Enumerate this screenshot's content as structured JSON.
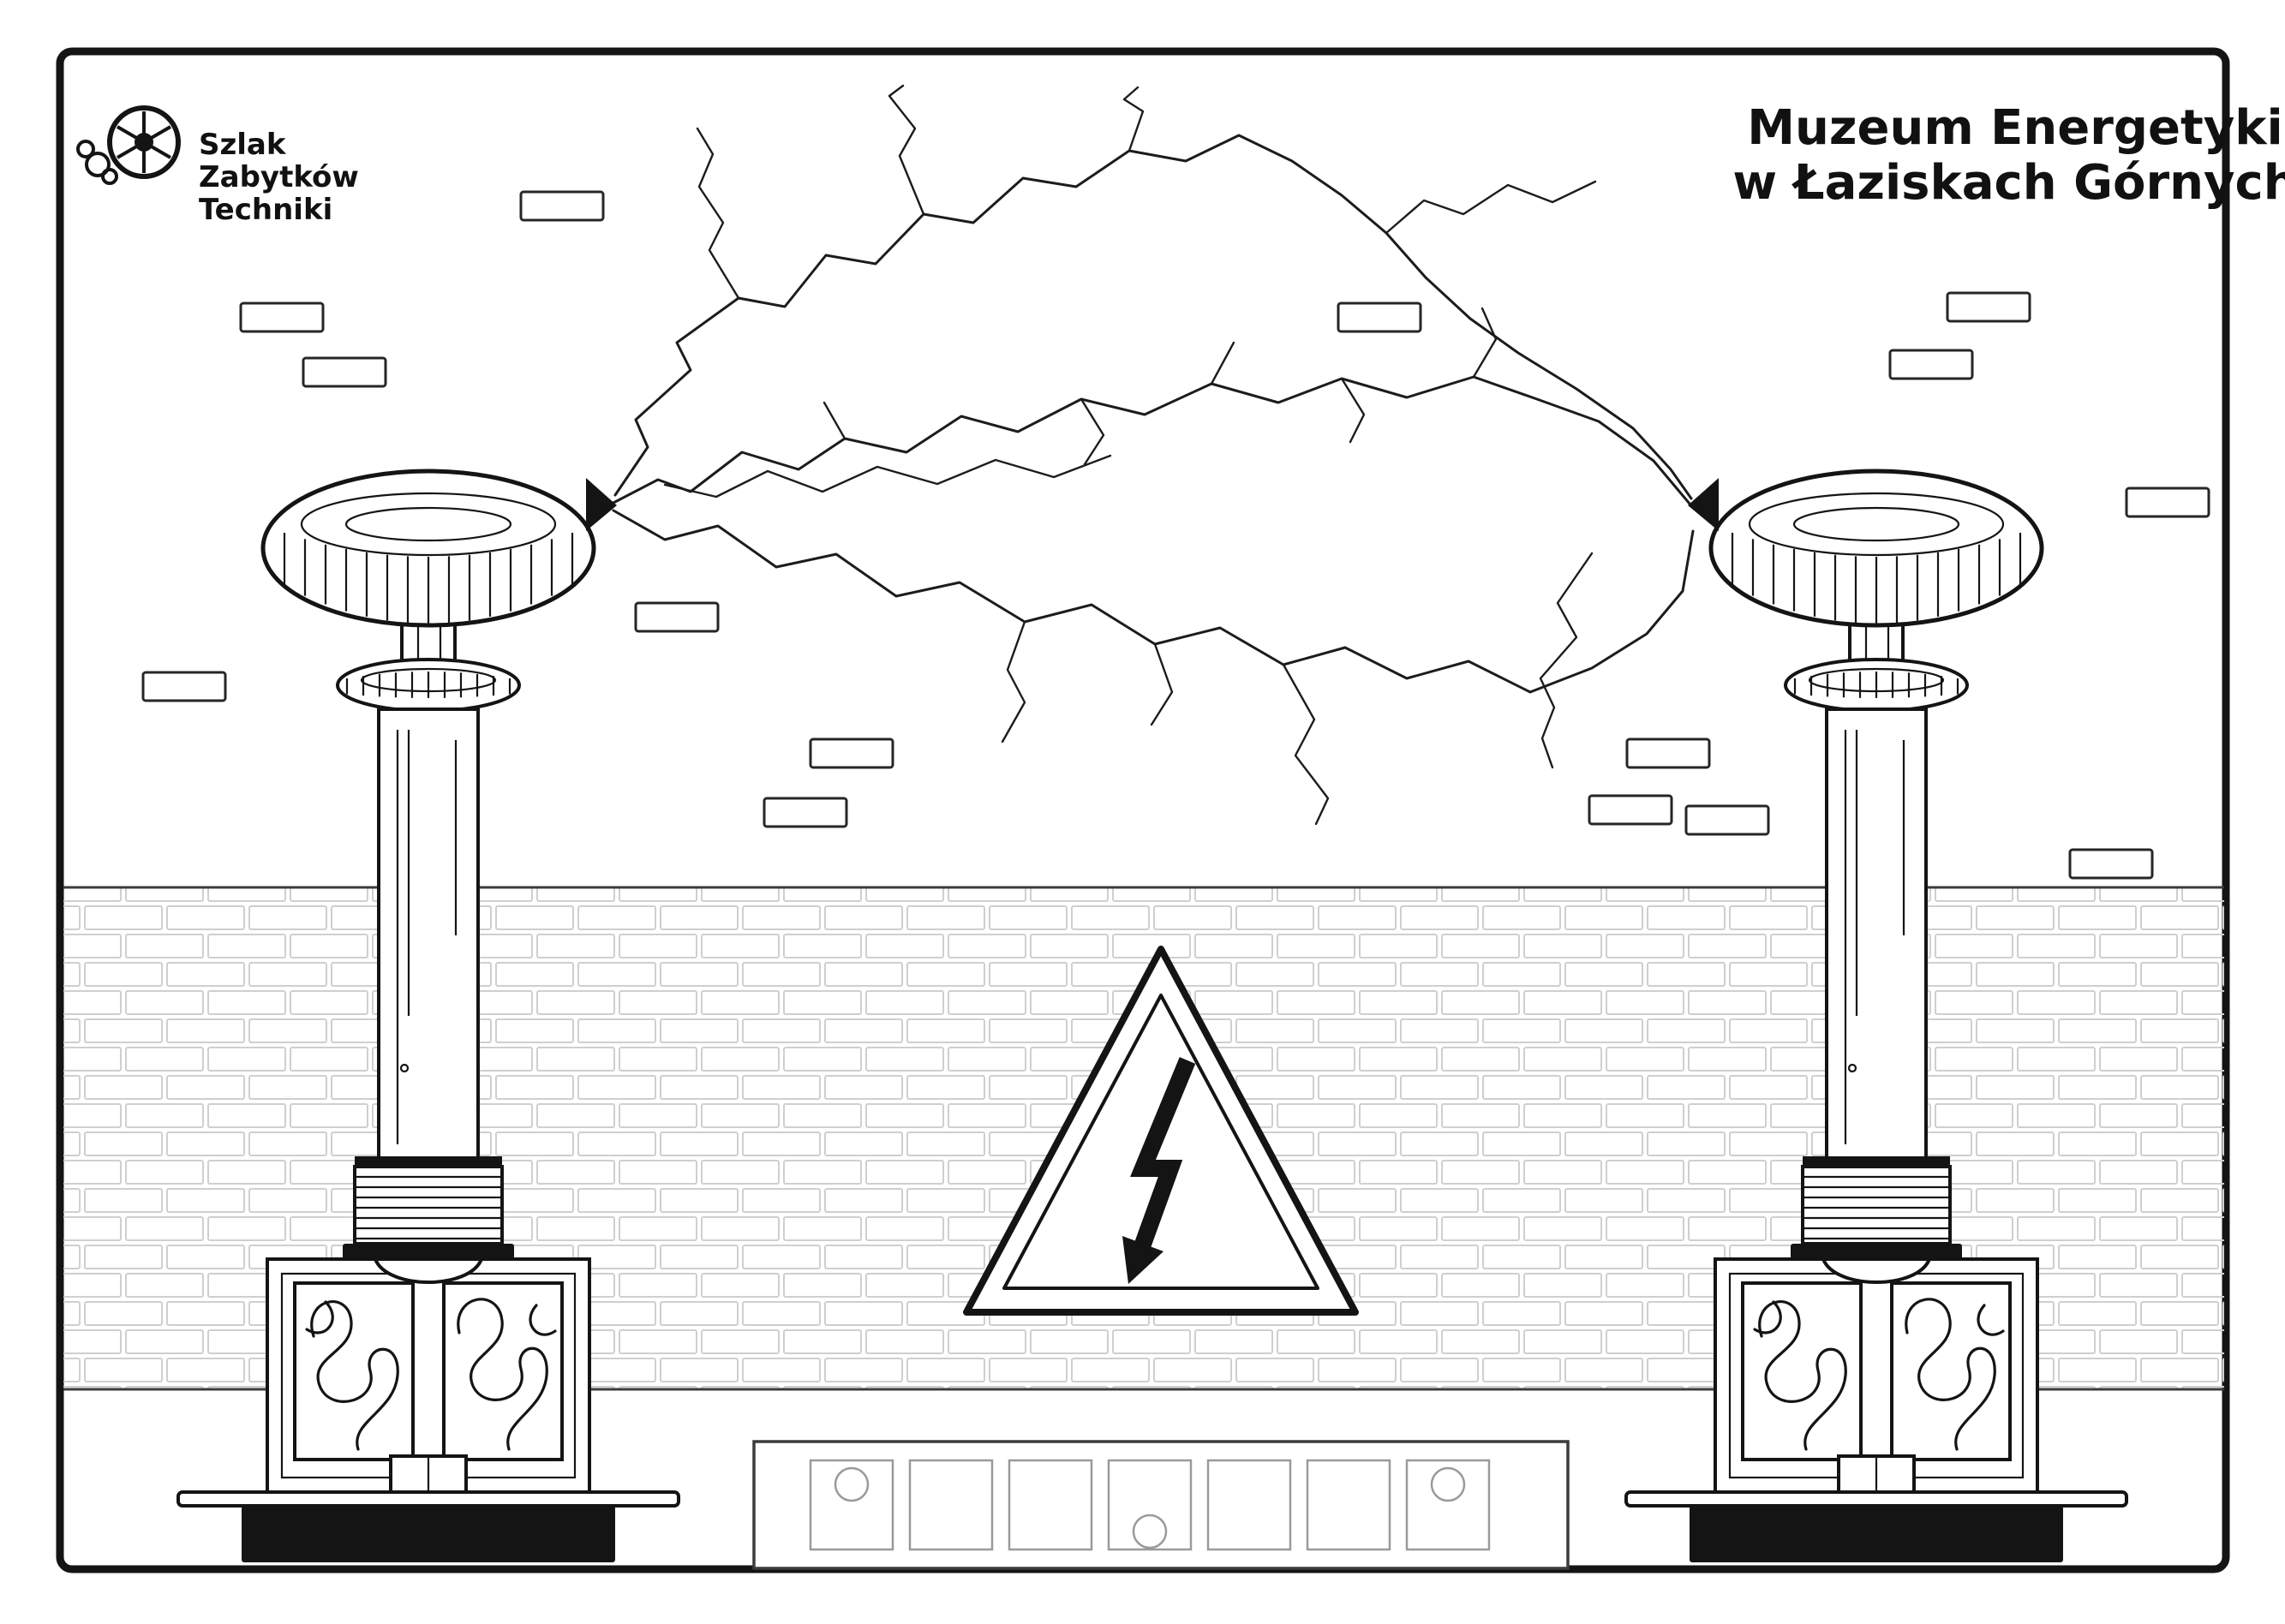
{
  "colors": {
    "ink": "#141414",
    "background": "#ffffff",
    "mortar_line": "#cfcfcf",
    "panel_line": "#9a9a9a"
  },
  "logo": {
    "icon": "flywheel-smoke-icon",
    "lines": [
      "Szlak",
      "Zabytków",
      "Techniki"
    ]
  },
  "title": {
    "lines": [
      "Muzeum Energetyki",
      "w Łaziskach Górnych"
    ]
  },
  "scene": {
    "left_tower": "tesla-coil",
    "right_tower": "tesla-coil",
    "effect": "lightning-arcs",
    "sign": "high-voltage-warning-triangle",
    "backdrop": "brick-wall"
  },
  "console": {
    "panels": 7,
    "knobs": [
      {
        "panel": 1,
        "pos": "top"
      },
      {
        "panel": 4,
        "pos": "bottom"
      },
      {
        "panel": 7,
        "pos": "top"
      }
    ]
  }
}
